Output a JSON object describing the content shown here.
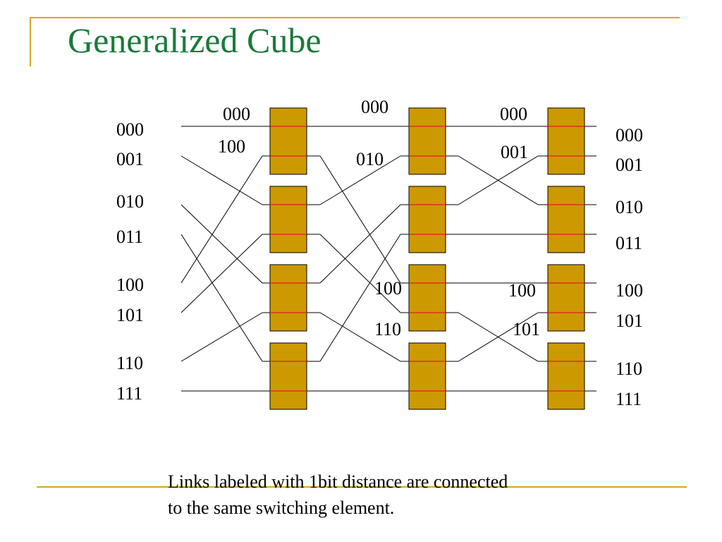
{
  "title": "Generalized Cube",
  "input_labels": [
    "000",
    "001",
    "010",
    "011",
    "100",
    "101",
    "110",
    "111"
  ],
  "output_labels": [
    "000",
    "001",
    "010",
    "011",
    "100",
    "101",
    "110",
    "111"
  ],
  "stage_labels": [
    {
      "name": "stage1-label-000",
      "text": "000"
    },
    {
      "name": "stage1-label-100",
      "text": "100"
    },
    {
      "name": "stage2-label-000",
      "text": "000"
    },
    {
      "name": "stage2-label-010",
      "text": "010"
    },
    {
      "name": "stage2-label-100",
      "text": "100"
    },
    {
      "name": "stage2-label-110",
      "text": "110"
    },
    {
      "name": "stage3-label-000",
      "text": "000"
    },
    {
      "name": "stage3-label-001",
      "text": "001"
    },
    {
      "name": "stage3-label-100",
      "text": "100"
    },
    {
      "name": "stage3-label-101",
      "text": "101"
    }
  ],
  "caption": {
    "line1": "Links labeled with 1bit distance are connected",
    "line2": "to the same switching element."
  },
  "colors": {
    "title": "#1a7a3a",
    "rule": "#d9a521",
    "switch_fill": "#cc9900",
    "switch_border": "#000000",
    "port_line": "#e0301e",
    "wire": "#000000"
  },
  "icons": [
    "switch-box"
  ]
}
